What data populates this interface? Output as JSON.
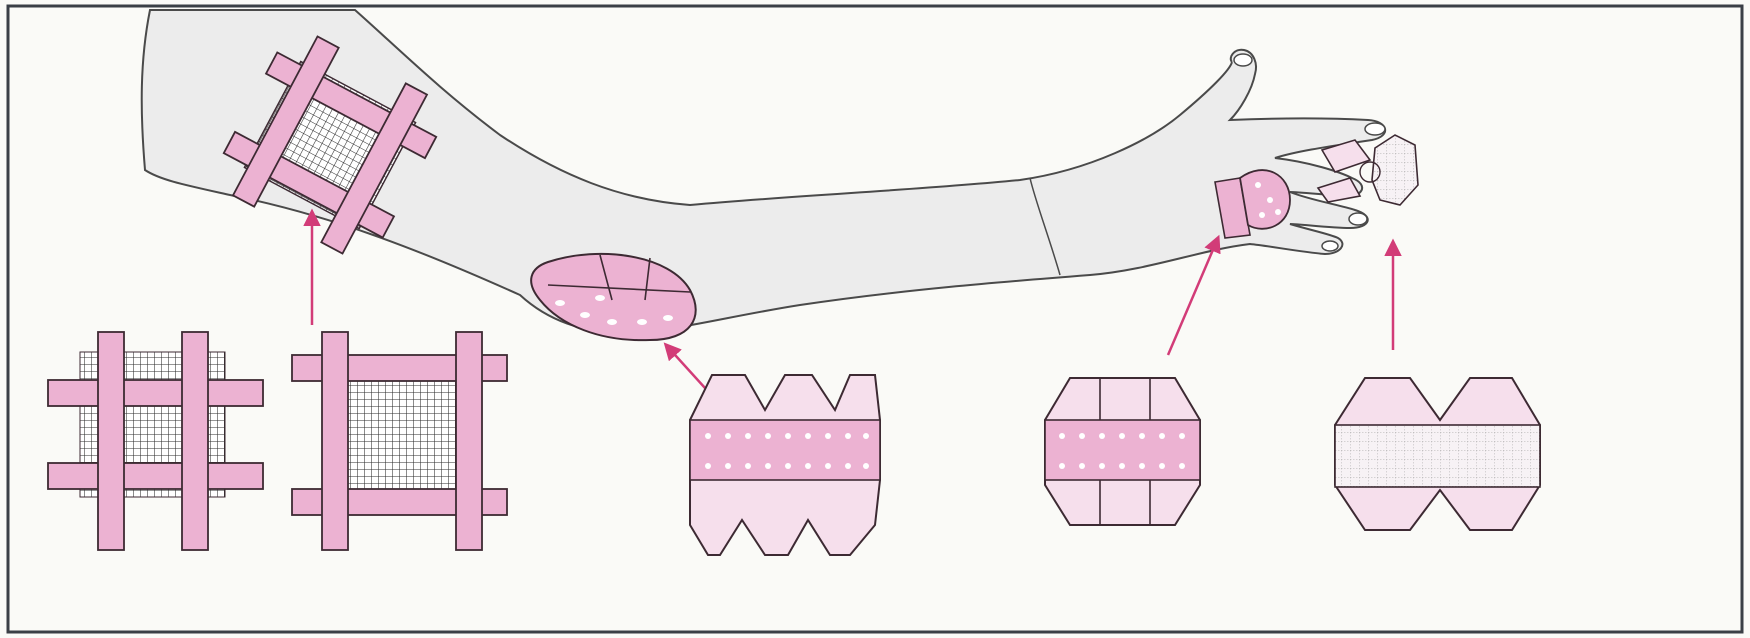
{
  "colors": {
    "background": "#fafaf7",
    "frame": "#3a3f46",
    "skin": "#ececec",
    "skin_outline": "#4a4a4a",
    "bandage_pink": "#ecb2d2",
    "bandage_light": "#f6dfec",
    "bandage_outline": "#3d2a33",
    "arrow": "#d23c78",
    "gauze_line": "#2e2e2e"
  },
  "figure": {
    "caption": "",
    "illustrations": [
      {
        "name": "gauze-pad-with-tape-strips",
        "placement": "upper-arm"
      },
      {
        "name": "elbow-bandage",
        "placement": "elbow"
      },
      {
        "name": "knuckle-bandage",
        "placement": "knuckle"
      },
      {
        "name": "fingertip-bandage",
        "placement": "fingertip"
      }
    ]
  }
}
